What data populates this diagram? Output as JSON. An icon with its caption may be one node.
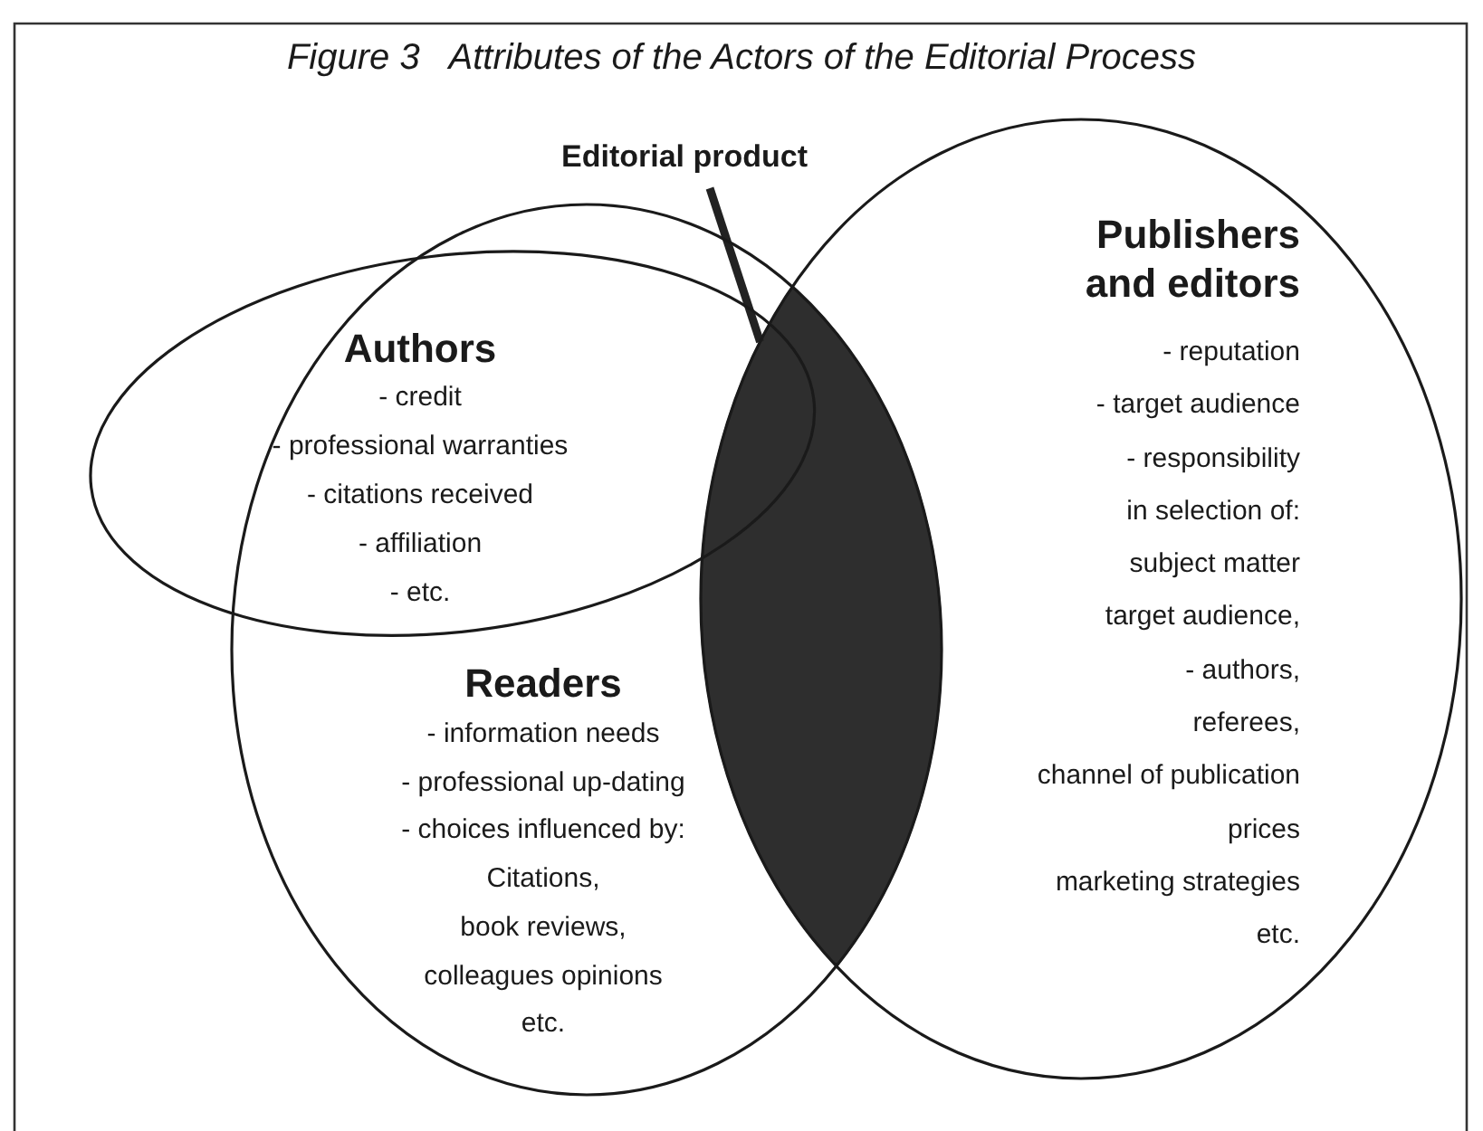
{
  "diagram": {
    "title": "Figure 3   Attributes of the Actors of the Editorial Process",
    "nodes": [
      {
        "text": [
          "Editorial product"
        ]
      },
      {
        "text": [
          "Authors",
          "- credit",
          "- professional warranties",
          "- citations received",
          "- affiliation",
          "- etc."
        ]
      },
      {
        "text": [
          "Publishers and editors",
          "- reputation",
          "- target audience",
          "- responsibility",
          "in selection of:",
          "subject matter",
          "target audience,",
          "- authors,",
          "referees,",
          "channel of publication",
          "prices",
          "marketing strategies",
          "etc."
        ]
      },
      {
        "text": [
          "Readers",
          "- information needs",
          "- professional up-dating",
          "- choices influenced by:",
          "Citations,",
          "book reviews,",
          "colleagues opinions",
          "etc."
        ]
      },
      {
        "text": [],
        "shape": "lens"
      }
    ],
    "edges": [
      {
        "from": 0,
        "to": 4,
        "arrow": "none"
      }
    ]
  }
}
